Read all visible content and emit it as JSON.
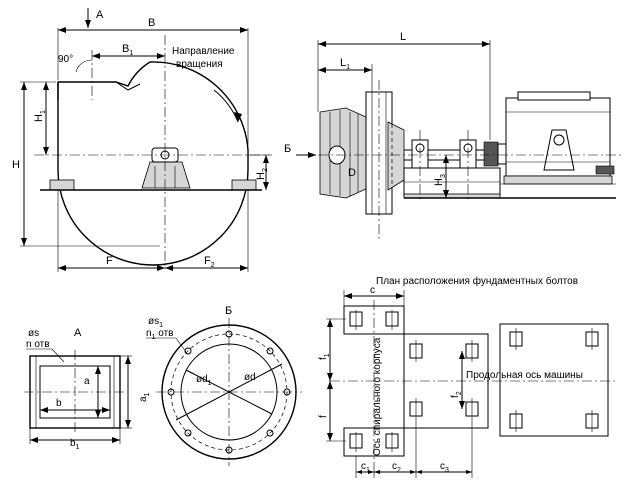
{
  "front_view": {
    "label_A": "A",
    "B": "B",
    "B1": "B",
    "B1_sub": "1",
    "angle": "90°",
    "rotation_line1": "Направление",
    "rotation_line2": "вращения",
    "H": "H",
    "H1": "H",
    "H1_sub": "1",
    "H2": "H",
    "H2_sub": "2",
    "F": "F",
    "F2": "F",
    "F2_sub": "2"
  },
  "side_view": {
    "L": "L",
    "L1": "L",
    "L1_sub": "1",
    "label_B": "Б",
    "D": "D",
    "H3": "H",
    "H3_sub": "3"
  },
  "view_a": {
    "title": "A",
    "os": "øs",
    "n_otv": "n отв",
    "a": "a",
    "a1": "a",
    "a1_sub": "1",
    "b": "b",
    "b1": "b",
    "b1_sub": "1"
  },
  "view_b": {
    "title": "Б",
    "os1": "øs",
    "os1_sub": "1",
    "n1_otv": "n",
    "n1_sub": "1",
    "n1_suffix": " отв",
    "d1": "ød",
    "d1_sub": "1",
    "d": "ød"
  },
  "foundation": {
    "title": "План расположения фундаментных болтов",
    "c": "c",
    "c1": "c",
    "c1_sub": "1",
    "c2": "c",
    "c2_sub": "2",
    "c3": "c",
    "c3_sub": "3",
    "f": "f",
    "f1": "f",
    "f1_sub": "1",
    "f2": "f",
    "f2_sub": "2",
    "spiral_axis": "Ось спирального корпуса",
    "machine_axis": "Продольная ось машины"
  }
}
